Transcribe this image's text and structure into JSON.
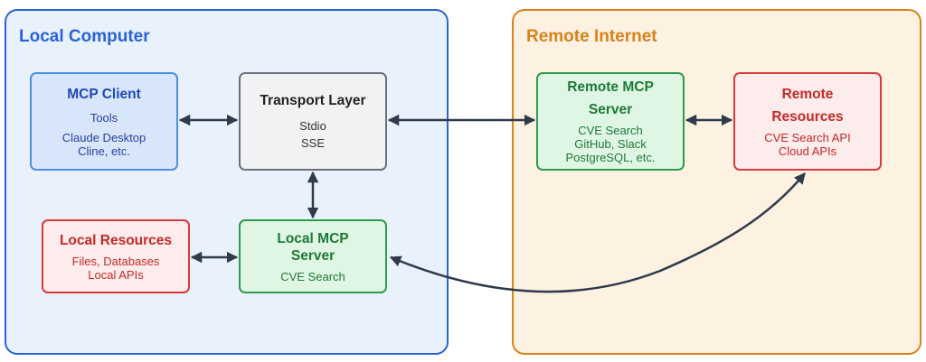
{
  "regions": {
    "local": {
      "title": "Local Computer"
    },
    "remote": {
      "title": "Remote Internet"
    }
  },
  "nodes": {
    "mcp_client": {
      "title": "MCP Client",
      "line1": "Tools",
      "line2": "Claude Desktop",
      "line3": "Cline, etc."
    },
    "transport": {
      "title": "Transport Layer",
      "line1": "Stdio",
      "line2": "SSE"
    },
    "local_resources": {
      "title": "Local Resources",
      "line1": "Files, Databases",
      "line2": "Local APIs"
    },
    "local_mcp": {
      "title_line1": "Local MCP",
      "title_line2": "Server",
      "line1": "CVE Search"
    },
    "remote_mcp": {
      "title_line1": "Remote MCP",
      "title_line2": "Server",
      "line1": "CVE Search",
      "line2": "GitHub, Slack",
      "line3": "PostgreSQL, etc."
    },
    "remote_resources": {
      "title_line1": "Remote",
      "title_line2": "Resources",
      "line1": "CVE Search API",
      "line2": "Cloud APIs"
    }
  },
  "colors": {
    "local_accent": "#2b63d6",
    "remote_accent": "#d9821c",
    "arrow": "#2f3a4a"
  }
}
